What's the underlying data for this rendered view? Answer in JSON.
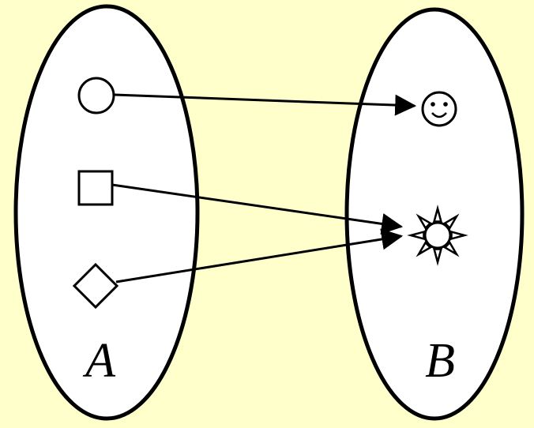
{
  "background_color": "#ffffcc",
  "stroke_color": "#000000",
  "diagram": {
    "type": "function-mapping",
    "sets": {
      "A": {
        "label": "A",
        "elements": [
          "circle",
          "square",
          "diamond"
        ]
      },
      "B": {
        "label": "B",
        "elements": [
          "smiley-face",
          "sun"
        ]
      }
    },
    "mappings": [
      {
        "from": "circle",
        "to": "smiley-face"
      },
      {
        "from": "square",
        "to": "sun"
      },
      {
        "from": "diamond",
        "to": "sun"
      }
    ]
  }
}
